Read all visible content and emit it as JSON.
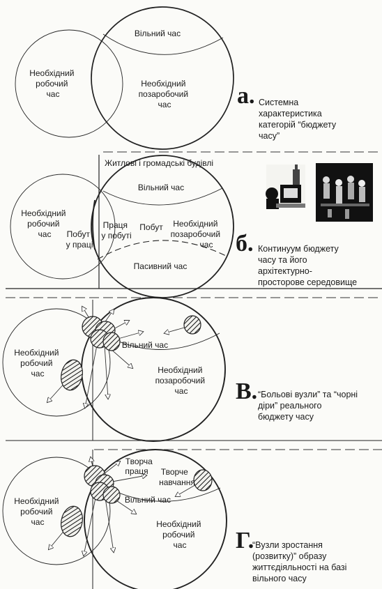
{
  "panel_a": {
    "letter": "а.",
    "circle_labels": {
      "required_work": [
        "Необхідний",
        "робочий",
        "час"
      ],
      "free_time": "Вільний час",
      "required_nonwork": [
        "Необхідний",
        "позаробочий",
        "час"
      ]
    },
    "caption": [
      "Системна",
      "характеристика",
      "категорій “бюджету",
      "часу”"
    ]
  },
  "panel_b": {
    "letter": "б.",
    "top_label": "Житлові і громадські будівлі",
    "circle_labels": {
      "required_work": [
        "Необхідний",
        "робочий",
        "час"
      ],
      "life_at_work": [
        "Побут",
        "у праці"
      ],
      "work_in_life": [
        "Праця",
        "у побуті"
      ],
      "life": "Побут",
      "required_nonwork": [
        "Необхідний",
        "позаробочий",
        "час"
      ],
      "free_time": "Вільний час",
      "passive_time": "Пасивний час"
    },
    "caption": [
      "Континуум бюджету",
      "часу та його",
      "архітектурно-",
      "просторове середовище"
    ]
  },
  "panel_v": {
    "letter": "В.",
    "circle_labels": {
      "required_work": [
        "Необхідний",
        "робочий",
        "час"
      ],
      "free_time": "Вільний час",
      "required_nonwork": [
        "Необхідний",
        "позаробочий",
        "час"
      ]
    },
    "caption": [
      "“Больові вузли” та “чорні",
      "діри” реального",
      "бюджету часу"
    ]
  },
  "panel_g": {
    "letter": "Г.",
    "circle_labels": {
      "required_work_left": [
        "Необхідний",
        "робочий",
        "час"
      ],
      "creative_work": [
        "Творча",
        "праця"
      ],
      "creative_learning": [
        "Творче",
        "навчання"
      ],
      "free_time": "Вільний час",
      "required_work_right": [
        "Необхідний",
        "робочий",
        "час"
      ]
    },
    "caption": [
      "“Вузли зростання",
      "(розвитку)” образу",
      "життєдіяльності на базі",
      "вільного часу"
    ]
  },
  "colors": {
    "ink": "#1a1a1a",
    "paper": "#fbfbf8"
  }
}
